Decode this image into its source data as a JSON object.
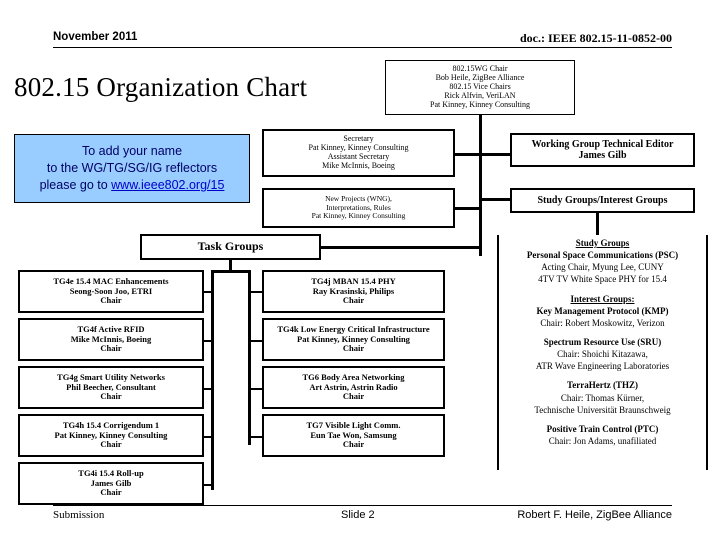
{
  "header": {
    "date": "November 2011",
    "doc": "doc.: IEEE 802.15-11-0852-00"
  },
  "title": "802.15 Organization Chart",
  "footer": {
    "left": "Submission",
    "center": "Slide 2",
    "right": "Robert F. Heile, ZigBee Alliance"
  },
  "wg_chair_box": {
    "lines": [
      "802.15WG Chair",
      "Bob Heile, ZigBee Alliance",
      "802.15 Vice Chairs",
      "Rick Alfvin, VeriLAN",
      "Pat Kinney, Kinney Consulting"
    ]
  },
  "reflector_note": {
    "line1": "To add your name",
    "line2": "to the WG/TG/SG/IG reflectors",
    "line3_prefix": "please go to ",
    "link": "www.ieee802.org/15",
    "bg_color": "#99ccff",
    "text_color": "#000066",
    "link_color": "#0000cc"
  },
  "secretary_box": {
    "lines": [
      "Secretary",
      "Pat Kinney, Kinney Consulting",
      "Assistant Secretary",
      "Mike McInnis, Boeing"
    ]
  },
  "new_projects_box": {
    "lines": [
      "New Projects (WNG),",
      "Interpretations, Rules",
      "Pat Kinney, Kinney Consulting"
    ]
  },
  "tech_editor_box": {
    "lines": [
      "Working Group Technical Editor",
      "James Gilb"
    ]
  },
  "study_groups_header_box": {
    "lines": [
      "Study Groups/Interest Groups"
    ]
  },
  "task_groups_header_box": {
    "label": "Task Groups"
  },
  "task_groups_left": [
    {
      "lines": [
        "TG4e 15.4 MAC Enhancements",
        "Seong-Soon  Joo, ETRI",
        "Chair"
      ]
    },
    {
      "lines": [
        "TG4f  Active RFID",
        "Mike McInnis, Boeing",
        "Chair"
      ]
    },
    {
      "lines": [
        "TG4g  Smart Utility Networks",
        "Phil Beecher, Consultant",
        "Chair"
      ]
    },
    {
      "lines": [
        "TG4h 15.4 Corrigendum 1",
        "Pat Kinney, Kinney Consulting",
        "Chair"
      ]
    },
    {
      "lines": [
        "TG4i 15.4 Roll-up",
        "James Gilb",
        "Chair"
      ]
    }
  ],
  "task_groups_middle": [
    {
      "lines": [
        "TG4j MBAN 15.4 PHY",
        "Ray Krasinski, Philips",
        "Chair"
      ]
    },
    {
      "lines": [
        "TG4k Low Energy Critical Infrastructure",
        "Pat Kinney, Kinney Consulting",
        "Chair"
      ]
    },
    {
      "lines": [
        "TG6 Body Area Networking",
        "Art Astrin, Astrin Radio",
        "Chair"
      ]
    },
    {
      "lines": [
        "TG7 Visible Light Comm.",
        "Eun Tae Won, Samsung",
        "Chair"
      ]
    }
  ],
  "study_interest_panel": {
    "study_groups_heading": "Study Groups",
    "study_groups_entries": [
      "Personal Space Communications (PSC)",
      "Acting Chair, Myung Lee, CUNY",
      "4TV TV White Space PHY for 15.4"
    ],
    "interest_groups_heading": "Interest Groups:",
    "interest_groups_entries": [
      "Key Management Protocol (KMP)",
      "Chair: Robert Moskowitz, Verizon",
      "Spectrum Resource Use (SRU)",
      "Chair: Shoichi Kitazawa,",
      "ATR Wave Engineering Laboratories",
      "TerraHertz (THZ)",
      "Chair: Thomas Kürner,",
      "Technische Universität Braunschweig",
      "Positive Train Control (PTC)",
      "Chair: Jon Adams, unafiliated"
    ]
  }
}
